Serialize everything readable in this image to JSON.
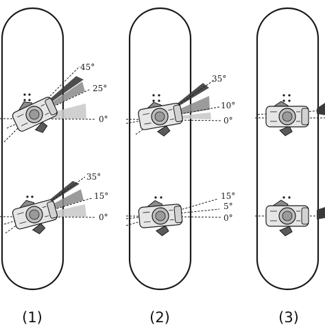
{
  "colors": {
    "outline": "#1a1a1a",
    "binding": "#e6e6e6",
    "boot": "#d2d2d2",
    "heel": "#8c8c8c",
    "toe": "#5a5a5a",
    "wedge_dark": "#3a3a3a",
    "wedge_mid": "#8a8a8a",
    "wedge_light": "#c8c8c8"
  },
  "boards": [
    {
      "caption": "(1)",
      "bindings": [
        {
          "binding_angle_deg": 25,
          "sector_labels": [
            "45°",
            "25°",
            "0°"
          ],
          "sector_angles_deg": [
            45,
            25,
            0
          ]
        },
        {
          "binding_angle_deg": 15,
          "sector_labels": [
            "35°",
            "15°",
            "0°"
          ],
          "sector_angles_deg": [
            35,
            15,
            0
          ]
        }
      ]
    },
    {
      "caption": "(2)",
      "bindings": [
        {
          "binding_angle_deg": 10,
          "sector_labels": [
            "35°",
            "10°",
            "0°"
          ],
          "sector_angles_deg": [
            35,
            10,
            0
          ]
        },
        {
          "binding_angle_deg": 5,
          "sector_labels": [
            "15°",
            "5°",
            "0°"
          ],
          "sector_angles_deg": [
            15,
            5,
            0
          ]
        }
      ]
    },
    {
      "caption": "(3)",
      "bindings": [
        {
          "binding_angle_deg": 0,
          "sector_labels": [],
          "sector_angles_deg": []
        },
        {
          "binding_angle_deg": 0,
          "sector_labels": [],
          "sector_angles_deg": []
        }
      ]
    }
  ]
}
